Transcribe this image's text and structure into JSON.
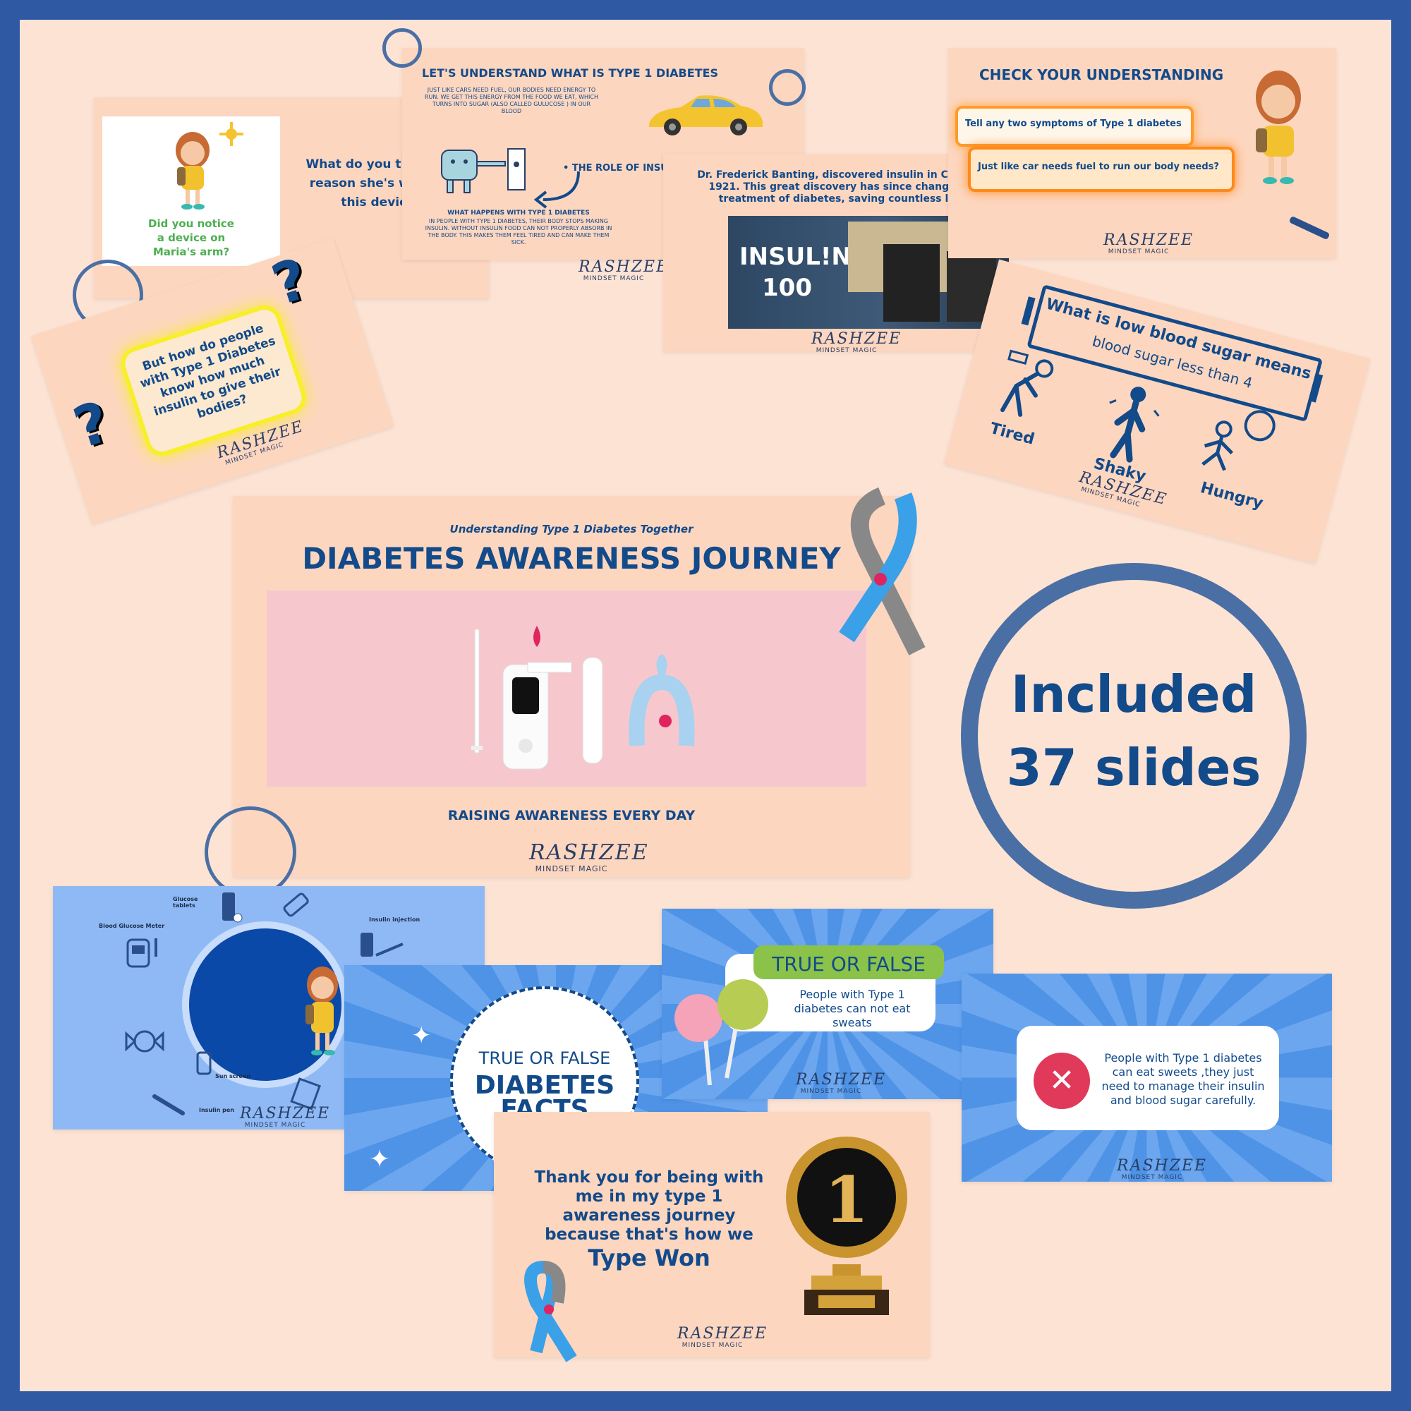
{
  "badge": {
    "line1": "Included",
    "line2": "37 slides"
  },
  "logo": {
    "name": "RASHZEE",
    "tagline": "MINDSET MAGIC"
  },
  "slide_notice": {
    "question": "Did you notice a device on Maria's arm?",
    "side_text": "What do you think the reason she's wearing this device?"
  },
  "slide_understand": {
    "title": "LET'S UNDERSTAND WHAT IS TYPE 1 DIABETES",
    "bullet1": "JUST LIKE CARS NEED FUEL, OUR BODIES NEED ENERGY TO RUN. WE GET THIS ENERGY FROM THE FOOD WE EAT, WHICH TURNS INTO SUGAR (ALSO CALLED GULUCOSE ) IN OUR BLOOD",
    "role": "• THE ROLE OF INSULIN",
    "bullet3_title": "WHAT HAPPENS WITH TYPE 1 DIABETES",
    "bullet3": "IN PEOPLE WITH TYPE 1 DIABETES, THEIR BODY STOPS MAKING INSULIN. WITHOUT INSULIN FOOD CAN NOT PROPERLY ABSORB IN THE BODY. THIS MAKES THEM FEEL TIRED AND CAN MAKE THEM SICK."
  },
  "slide_banting": {
    "text": "Dr. Frederick Banting,  discovered insulin in Canada in 1921. This great discovery has since changed the treatment of diabetes, saving countless lives.",
    "image_text1": "INSUL!N",
    "image_text2": "100"
  },
  "slide_check": {
    "title": "CHECK YOUR UNDERSTANDING",
    "q1": "Tell any two symptoms of Type 1 diabetes",
    "q2": "Just like car needs fuel to run our body needs?"
  },
  "slide_question": {
    "text": "But how do people with Type 1 Diabetes know how much insulin to give their bodies?",
    "mark": "?"
  },
  "slide_lowsugar": {
    "title": "What is low blood sugar means",
    "subtitle": "blood sugar less than 4",
    "labels": [
      "Tired",
      "Shaky",
      "Hungry"
    ]
  },
  "slide_main": {
    "kicker": "Understanding Type 1 Diabetes Together",
    "title": "DIABETES AWARENESS JOURNEY",
    "footer": "RAISING AWARENESS EVERY DAY"
  },
  "slide_kit": {
    "labels": {
      "glucose_tablets": "Glucose tablets",
      "meter": "Blood Glucose Meter",
      "injection": "Insulin injection",
      "sunscreen": "Sun screen",
      "pen": "Insulin pen"
    }
  },
  "slide_tf_title": {
    "line1": "TRUE OR FALSE",
    "line2": "DIABETES",
    "line3": "FACTS"
  },
  "slide_tf_q": {
    "tag": "TRUE OR FALSE",
    "question": "People with Type 1 diabetes can not eat sweats"
  },
  "slide_tf_a": {
    "answer": "People with Type 1 diabetes can eat sweets ,they just need to manage their insulin and blood sugar carefully.",
    "mark": "✕"
  },
  "slide_thanks": {
    "line1": "Thank you for being with me in my type 1 awareness journey because that's how we",
    "line2": "Type Won",
    "medal": "1"
  },
  "colors": {
    "navy": "#124a8a",
    "peach": "#fdd6bf",
    "frame": "#2f5aa3",
    "blue": "#4f93e6"
  }
}
